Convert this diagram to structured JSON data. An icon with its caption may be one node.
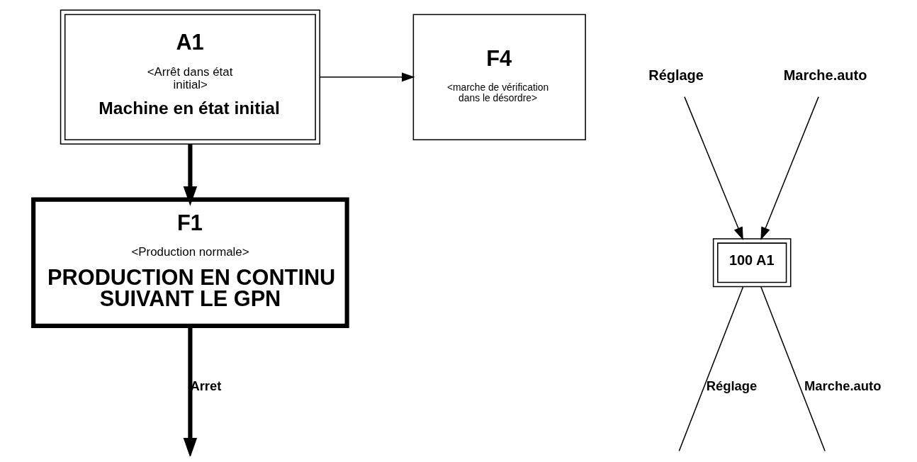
{
  "diagram": {
    "nodes": [
      {
        "text": [
          "A1",
          "<Arrêt dans état initial>",
          "Machine en état initial"
        ]
      },
      {
        "text": [
          "F4",
          "<marche de vérification dans le désordre>"
        ]
      },
      {
        "text": [
          "Réglage"
        ]
      },
      {
        "text": [
          "Marche.auto"
        ]
      },
      {
        "text": [
          "100 A1"
        ]
      },
      {
        "text": [
          "F1",
          "<Production normale>",
          "PRODUCTION EN CONTINU SUIVANT LE GPN"
        ]
      }
    ],
    "edges": [
      {
        "from": 0,
        "to": 1,
        "arrow": "to"
      },
      {
        "from": 2,
        "to": 4,
        "arrow": "to"
      },
      {
        "from": 0,
        "to": 5,
        "arrow": "to",
        "style": "thick"
      },
      {
        "from": 3,
        "to": 4,
        "arrow": "to"
      },
      {
        "from": 5,
        "to": null,
        "arrow": "to",
        "style": "thick",
        "label": "Arret"
      },
      {
        "from": 4,
        "to": null,
        "arrow": "none",
        "label": "Réglage"
      },
      {
        "from": 4,
        "to": null,
        "arrow": "none",
        "label": "Marche.auto"
      }
    ]
  }
}
